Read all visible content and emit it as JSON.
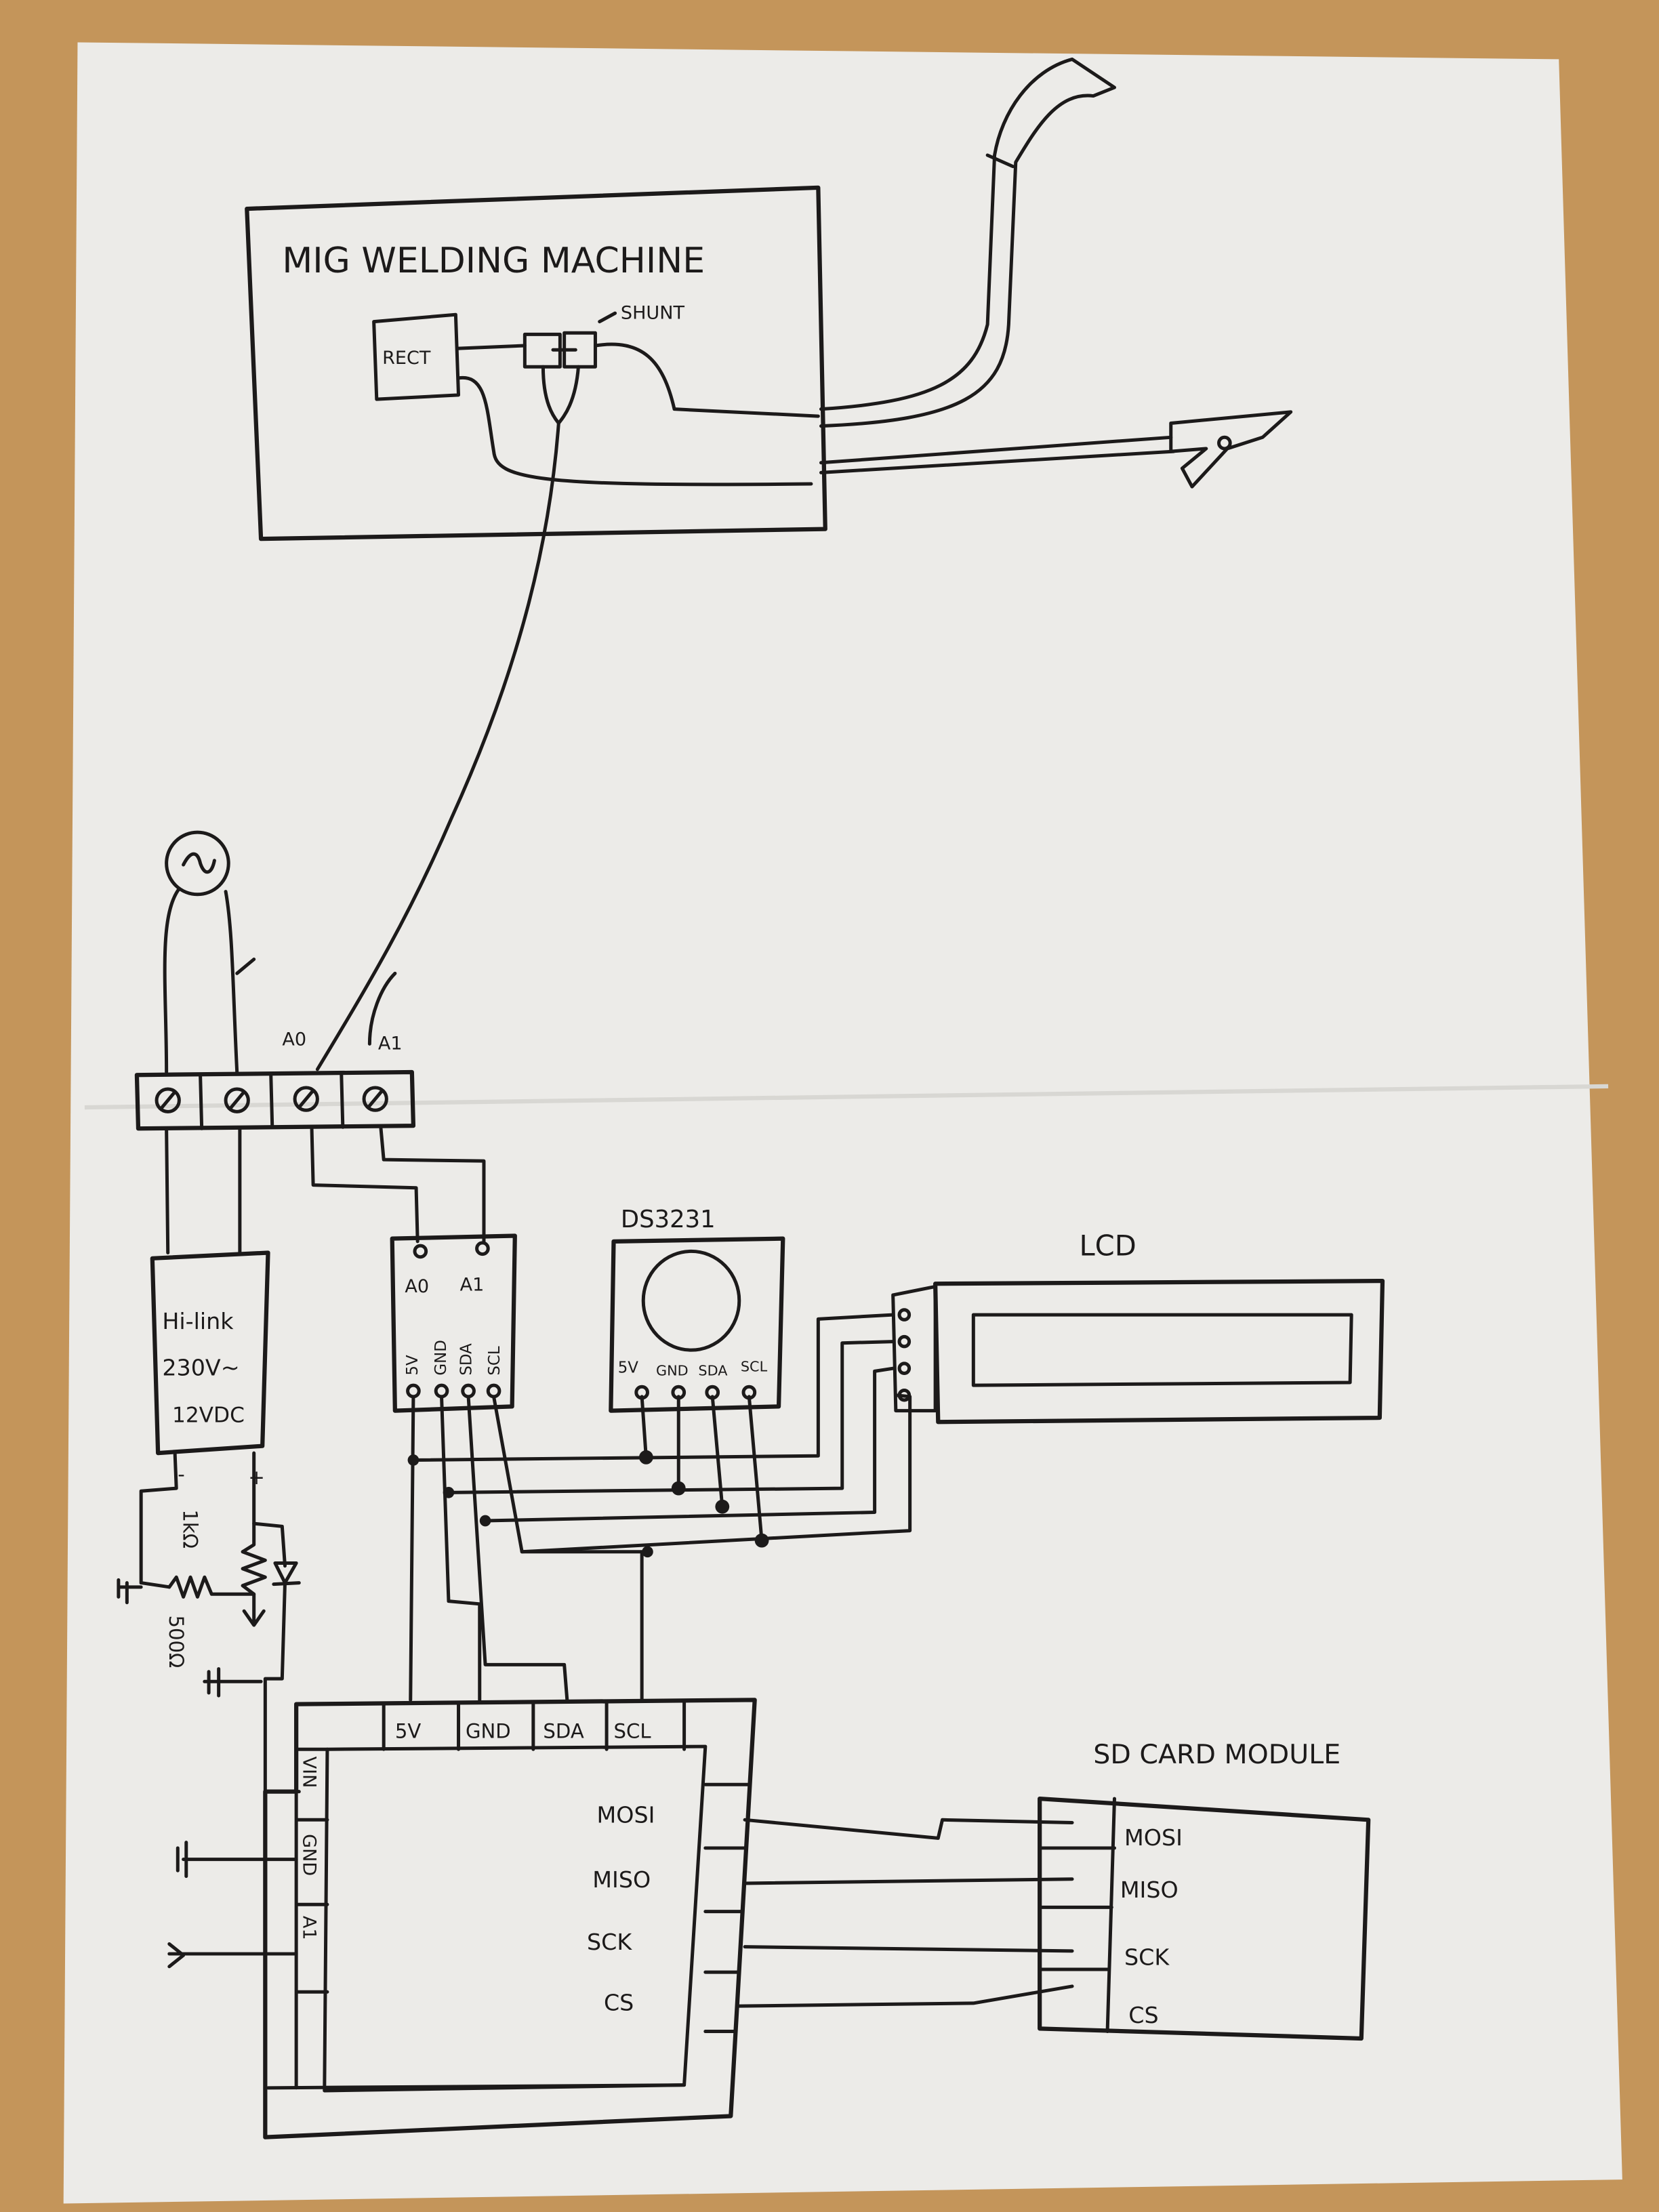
{
  "welder": {
    "title": "MIG WELDING MACHINE",
    "rectifier": "RECT",
    "shunt": "SHUNT"
  },
  "terminal_block": {
    "labels": [
      "A0",
      "A1"
    ]
  },
  "power_supply": {
    "lines": [
      "Hi-link",
      "230V~",
      "12VDC"
    ],
    "minus": "-",
    "plus": "+"
  },
  "divider": {
    "r1": "1kΩ",
    "r2": "500Ω"
  },
  "adc_module": {
    "inputs": [
      "A0",
      "A1"
    ],
    "pins": [
      "5V",
      "GND",
      "SDA",
      "SCL"
    ]
  },
  "rtc": {
    "title": "DS3231",
    "pins": [
      "5V",
      "GND",
      "SDA",
      "SCL"
    ]
  },
  "lcd": {
    "title": "LCD"
  },
  "arduino": {
    "top_pins": [
      "5V",
      "GND",
      "SDA",
      "SCL"
    ],
    "left_pins": [
      "VIN",
      "GND",
      "A1"
    ],
    "right_pins": [
      "MOSI",
      "MISO",
      "SCK",
      "CS"
    ]
  },
  "sd_card": {
    "title": "SD CARD MODULE",
    "pins": [
      "MOSI",
      "MISO",
      "SCK",
      "CS"
    ]
  }
}
